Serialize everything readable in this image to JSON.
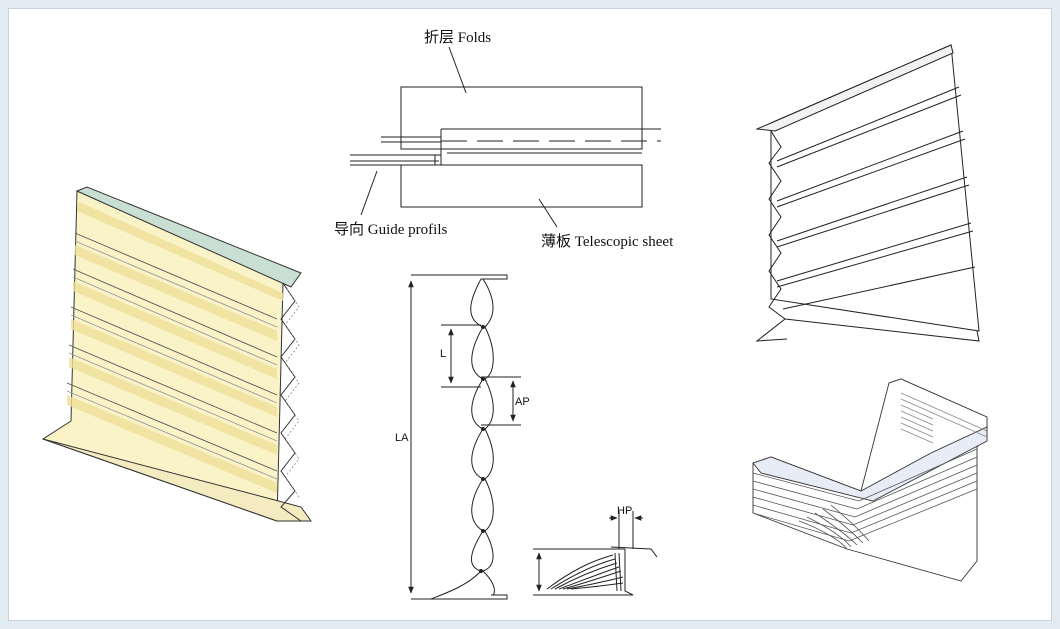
{
  "labels": {
    "folds": "折层 Folds",
    "guide_profils": "导向 Guide profils",
    "telescopic_sheet": "薄板 Telescopic sheet"
  },
  "dimensions": {
    "la": "LA",
    "l": "L",
    "ap": "AP",
    "hp": "HP"
  },
  "colors": {
    "bellows_fill": "#faf3c8",
    "bellows_stripe": "#efe19a",
    "top_strip": "#c9dfd4",
    "line": "#222222",
    "frame_border": "#c7d3df"
  }
}
